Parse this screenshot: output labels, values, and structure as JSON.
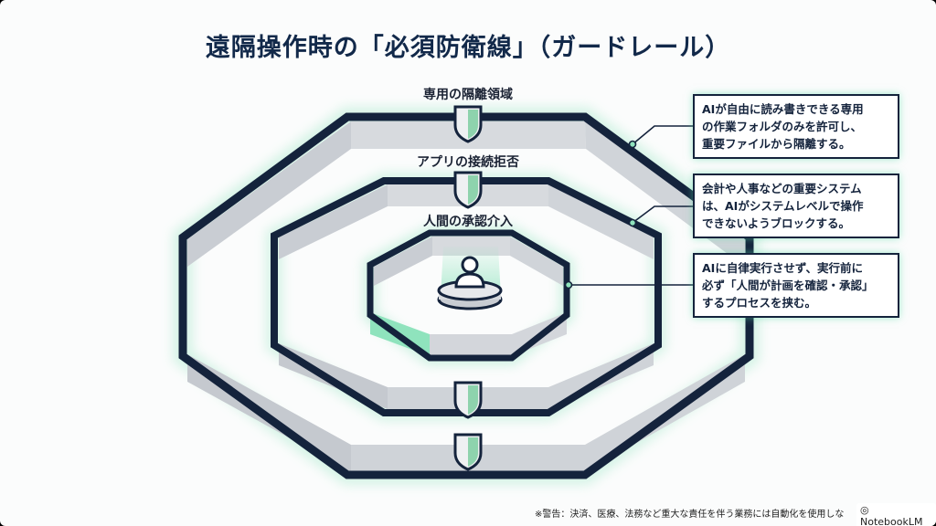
{
  "title": "遠隔操作時の「必須防衛線」（ガードレール）",
  "rings": [
    {
      "label": "専用の隔離領域"
    },
    {
      "label": "アプリの接続拒否"
    },
    {
      "label": "人間の承認介入"
    }
  ],
  "notes": [
    {
      "lines": [
        "AIが自由に読み書きできる専用",
        "の作業フォルダのみを許可し、",
        "重要ファイルから隔離する。"
      ]
    },
    {
      "lines": [
        "会計や人事などの重要システム",
        "は、AIがシステムレベルで操作",
        "できないようブロックする。"
      ]
    },
    {
      "lines": [
        "AIに自律実行させず、実行前に",
        "必ず「人間が計画を確認・承認」",
        "するプロセスを挟む。"
      ]
    }
  ],
  "icons": [
    "shield-icon",
    "person-icon"
  ],
  "colors": {
    "navy": "#14233c",
    "wall": "#d6d9de",
    "green": "#8fe3bd",
    "glow": "#7fe0b8",
    "shield_green": "#8ed3ad"
  },
  "footnote": "※警告：決済、医療、法務など重大な責任を伴う業務には自動化を使用しな",
  "brand": "NotebookLM"
}
